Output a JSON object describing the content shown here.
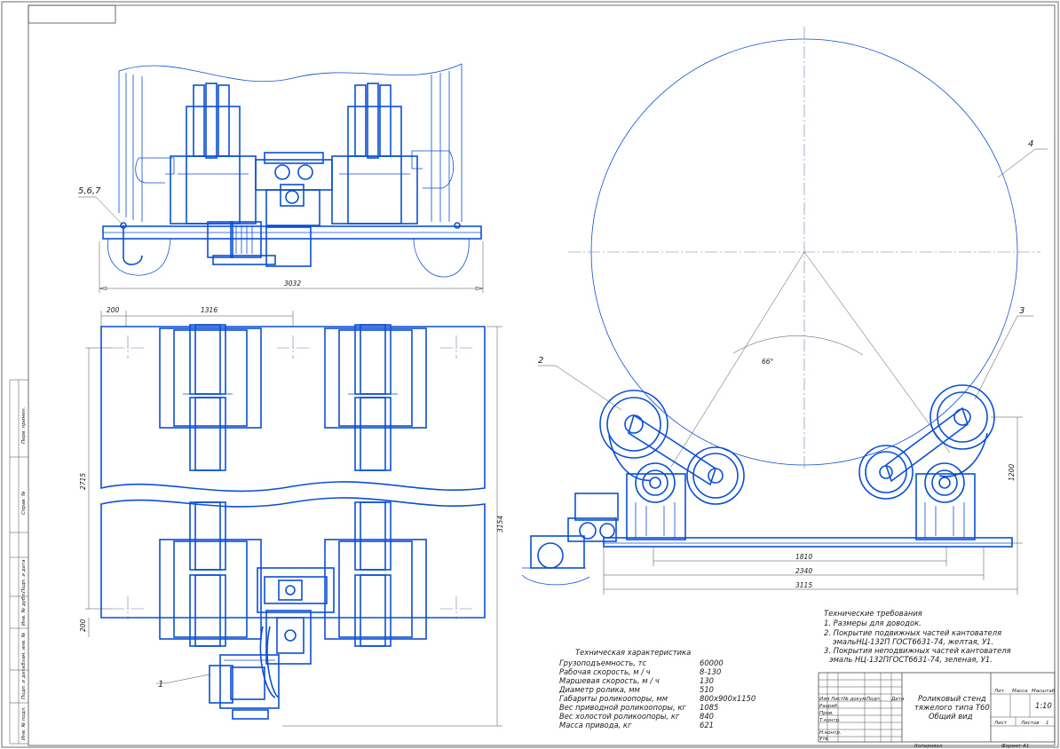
{
  "dims": {
    "overall_width": "3032",
    "d200_top": "200",
    "d1316": "1316",
    "d2715": "2715",
    "d3154": "3154",
    "d200_bottom": "200",
    "d1200": "1200",
    "d1810": "1810",
    "d2340": "2340",
    "d3115": "3115",
    "angle": "66°"
  },
  "callouts": {
    "c1": "1",
    "c2": "2",
    "c3": "3",
    "c4": "4",
    "c567": "5,6,7"
  },
  "requirements": {
    "title": "Технические требования",
    "lines": [
      "1. Размеры для доводок.",
      "2. Покрытие подвижных частей кантователя",
      "эмальНЦ-132П ГОСТ6631-74, желтая, У1.",
      "3. Покрытия неподвижных частей кантователя",
      "эмаль НЦ-132ПГОСТ6631-74, зеленая, У1."
    ]
  },
  "specs": {
    "title": "Техническая характеристика",
    "rows": [
      {
        "label": "Грузоподъемность, тс",
        "value": "60000"
      },
      {
        "label": "Рабочая скорость, м / ч",
        "value": "8-130"
      },
      {
        "label": "Маршевая скорость, м / ч",
        "value": "130"
      },
      {
        "label": "Диаметр ролика, мм",
        "value": "510"
      },
      {
        "label": "Габариты роликоопоры, мм",
        "value": "800х900х1150"
      },
      {
        "label": "Вес приводной роликоопоры, кг",
        "value": "1085"
      },
      {
        "label": "Вес холостой роликоопоры, кг",
        "value": "840"
      },
      {
        "label": "Масса привода, кг",
        "value": "621"
      }
    ]
  },
  "title_block": {
    "name_line1": "Роликовый стенд",
    "name_line2": "тяжелого типа Т60",
    "name_line3": "Общий вид",
    "lit": "Лит",
    "massa": "Масса",
    "masshtab": "Масштаб",
    "scale": "1:10",
    "list": "Лист",
    "listov": "Листов",
    "listov_value": "1",
    "izm": "Изм Лист",
    "ndokum": "№ докум.",
    "podp": "Подп.",
    "data": "Дата",
    "razrab": "Разраб.",
    "prov": "Пров.",
    "tkontr": "Т.контр.",
    "nkontr": "Н.контр.",
    "utv": "Утв.",
    "copied": "Копировал",
    "format": "Формат  А1"
  },
  "side_stamps": [
    "Перв. примен.",
    "Справ. №",
    "Подп. и дата",
    "Инв. № дубл.",
    "Взам. инв. №",
    "Подп. и дата",
    "Инв. № подл."
  ]
}
